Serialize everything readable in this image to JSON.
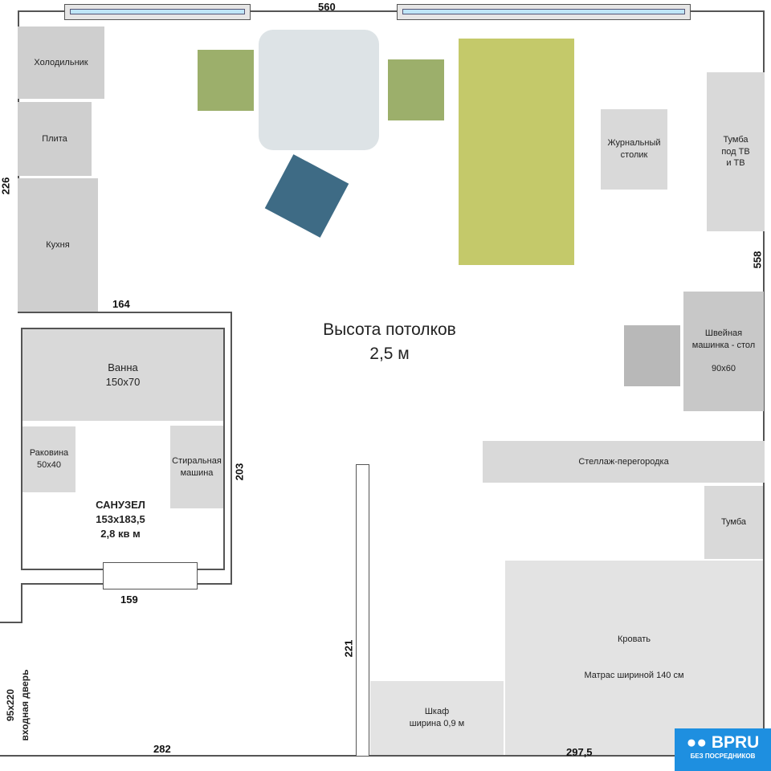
{
  "dimensions": {
    "top": "560",
    "left": "226",
    "right": "558",
    "kitchen_bottom": "164",
    "bath_right": "203",
    "bath_bottom": "159",
    "partition": "221",
    "bottom_left": "282",
    "bottom_right": "297,5"
  },
  "door": {
    "size": "95x220",
    "label": "входная дверь"
  },
  "ceiling": {
    "line1": "Высота потолков",
    "line2": "2,5 м"
  },
  "furniture": {
    "fridge": "Холодильник",
    "stove": "Плита",
    "kitchen": "Кухня",
    "coffee_table": "Журнальный\nстолик",
    "tv_stand": "Тумба\nпод ТВ\nи ТВ",
    "sewing": "Швейная\nмашинка - стол\n\n90x60",
    "shelf": "Стеллаж-перегородка",
    "nightstand": "Тумба",
    "bed": "Кровать\n\n\nМатрас шириной 140 см",
    "wardrobe": "Шкаф\nширина 0,9 м",
    "bath": "Ванна\n150x70",
    "sink": "Раковина\n50x40",
    "washer": "Стиральная\nмашина"
  },
  "bathroom": {
    "title": "САНУЗЕЛ",
    "size": "153x183,5",
    "area": "2,8 кв м"
  },
  "logo": {
    "brand": "BPRU",
    "tagline": "БЕЗ ПОСРЕДНИКОВ"
  },
  "colors": {
    "table": "#dde3e6",
    "chair": "#9caf6b",
    "sofa": "#c4c96a",
    "armchair": "#3e6b85",
    "logo": "#1e8fe0"
  }
}
